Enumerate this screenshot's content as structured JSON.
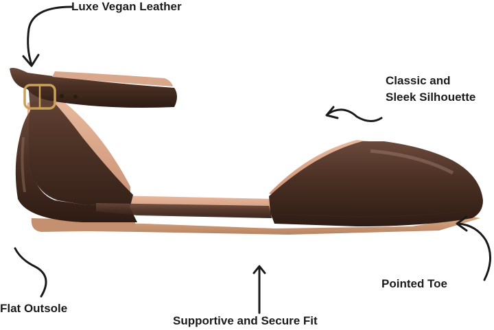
{
  "annotations": {
    "material": "Luxe Vegan Leather",
    "silhouette_line1": "Classic and",
    "silhouette_line2": "Sleek Silhouette",
    "outsole": "Flat Outsole",
    "fit": "Supportive and Secure Fit",
    "toe": "Pointed Toe"
  },
  "colors": {
    "patent_brown": "#4b3024",
    "patent_highlight": "#8a6a5c",
    "lining_tan": "#d9a88c",
    "sole_tan": "#c99672",
    "buckle_gold": "#c9a15a",
    "text": "#1a1a1a"
  }
}
